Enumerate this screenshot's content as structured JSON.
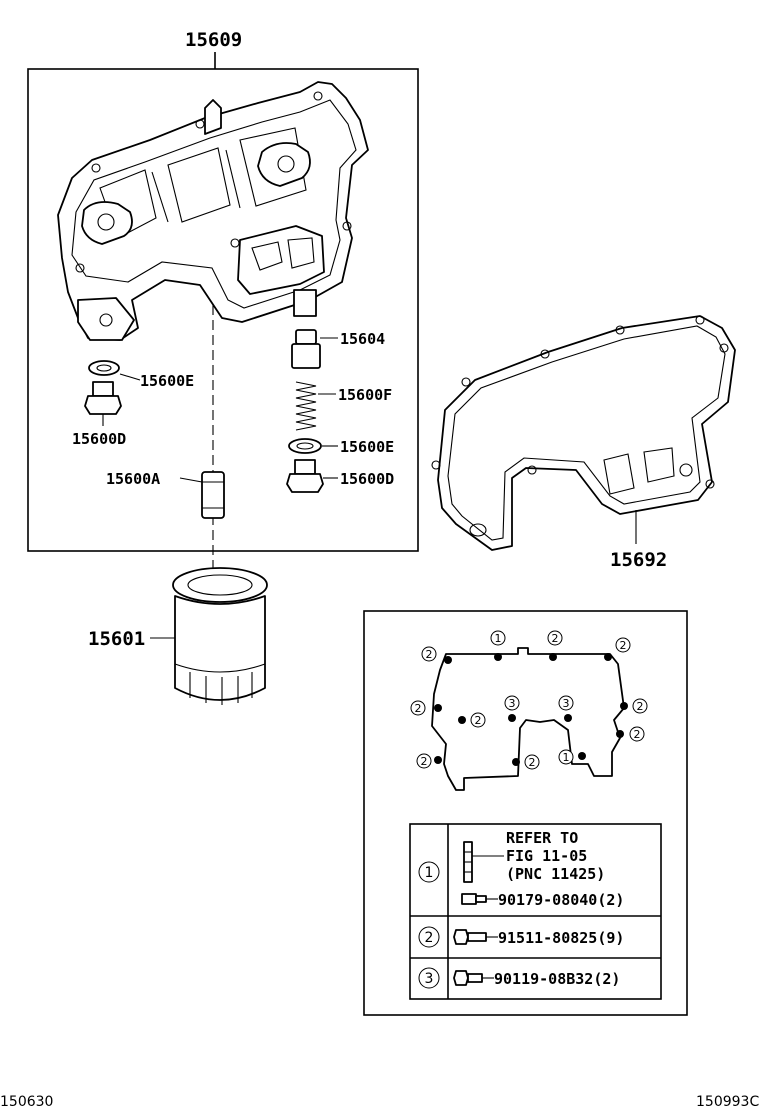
{
  "footer": {
    "left_code": "150630",
    "right_code": "150993C"
  },
  "parts": {
    "p15609": "15609",
    "p15604": "15604",
    "p15600E_left": "15600E",
    "p15600F": "15600F",
    "p15600D_left": "15600D",
    "p15600E_right": "15600E",
    "p15600A": "15600A",
    "p15600D_right": "15600D",
    "p15601": "15601",
    "p15692": "15692"
  },
  "bolt_table": {
    "rows": [
      {
        "marker": "1",
        "lines": [
          "REFER TO",
          "FIG 11-05",
          "(PNC 11425)",
          "90179-08040(2)"
        ]
      },
      {
        "marker": "2",
        "lines": [
          "91511-80825(9)"
        ]
      },
      {
        "marker": "3",
        "lines": [
          "90119-08B32(2)"
        ]
      }
    ]
  },
  "bolt_markers": {
    "m1": "2",
    "m2": "1",
    "m3": "2",
    "m4": "2",
    "m5": "2",
    "m6": "2",
    "m7": "3",
    "m8": "3",
    "m9": "2",
    "m10": "2",
    "m11": "2",
    "m12": "2",
    "m13": "1"
  }
}
